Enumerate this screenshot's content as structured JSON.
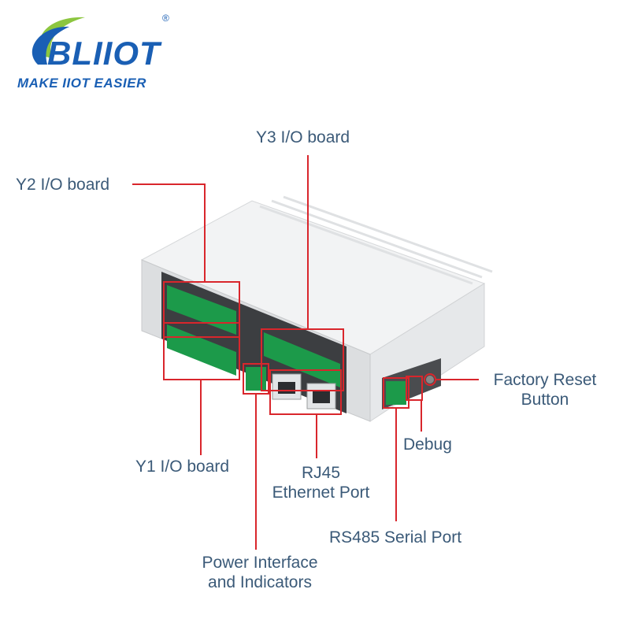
{
  "brand": {
    "name": "BLIIOT",
    "registered_mark": "®",
    "tagline": "MAKE IIOT EASIER"
  },
  "labels": {
    "y3": "Y3 I/O board",
    "y2": "Y2 I/O board",
    "y1": "Y1 I/O board",
    "rj45_line1": "RJ45",
    "rj45_line2": "Ethernet Port",
    "power_line1": "Power Interface",
    "power_line2": "and Indicators",
    "factory_line1": "Factory Reset",
    "factory_line2": "Button",
    "debug": "Debug",
    "rs485": "RS485 Serial Port"
  },
  "colors": {
    "brand_blue": "#1a5fb4",
    "brand_green": "#8cc63f",
    "callout_red": "#d9262c",
    "label_text": "#3b5a78",
    "terminal_green": "#1c9a4a"
  }
}
